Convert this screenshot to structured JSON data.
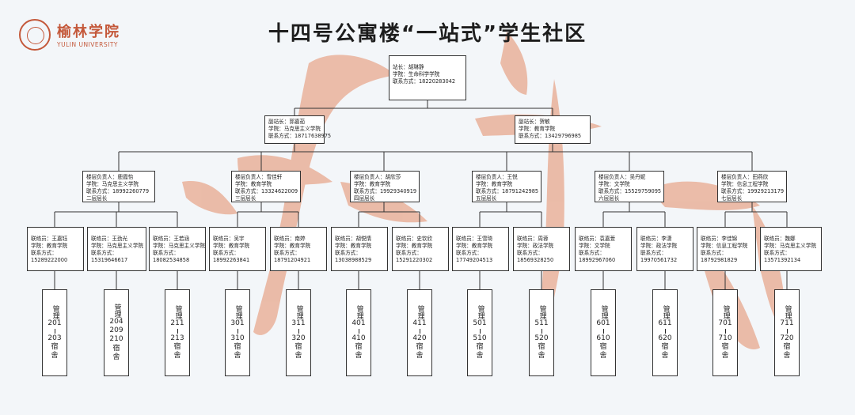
{
  "header": {
    "title": "十四号公寓楼“一站式”学生社区",
    "logo_text": "榆林学院",
    "logo_en": "YULIN UNIVERSITY"
  },
  "colors": {
    "brush": "#e8a88e",
    "logo": "#c4583a",
    "line": "#333333"
  },
  "director": {
    "line1": "站长：胡琳静",
    "line2": "学院：生命科学学院",
    "line3": "联系方式：18220283042"
  },
  "deputies": [
    {
      "line1": "副站长：郭嘉茹",
      "line2": "学院：马克思主义学院",
      "line3": "联系方式：18717638975"
    },
    {
      "line1": "副站长：贺敏",
      "line2": "学院：教育学院",
      "line3": "联系方式：13429796985"
    }
  ],
  "floor_leads": [
    {
      "line1": "楼层负责人：鹿霞怡",
      "line2": "学院：马克思主义学院",
      "line3": "联系方式：18992260779",
      "line4": "二层层长"
    },
    {
      "line1": "楼层负责人：雪佳轩",
      "line2": "学院：教育学院",
      "line3": "联系方式：13324622009",
      "line4": "三层层长"
    },
    {
      "line1": "楼层负责人：胡欣莎",
      "line2": "学院：教育学院",
      "line3": "联系方式：19929340919",
      "line4": "四层层长"
    },
    {
      "line1": "楼层负责人：王悦",
      "line2": "学院：教育学院",
      "line3": "联系方式：18791242985",
      "line4": "五层层长"
    },
    {
      "line1": "楼层负责人：吴丹妮",
      "line2": "学院：文学院",
      "line3": "联系方式：15529759095",
      "line4": "六层层长"
    },
    {
      "line1": "楼层负责人：田燕欣",
      "line2": "学院：信息工程学院",
      "line3": "联系方式：19929213179",
      "line4": "七层层长"
    }
  ],
  "liaisons": [
    {
      "line1": "联络员：王嘉钰",
      "line2": "学院：教育学院",
      "line3": "联系方式：",
      "line4": "15289222000"
    },
    {
      "line1": "联络员：王劲光",
      "line2": "学院：马克思主义学院",
      "line3": "联系方式：",
      "line4": "15319646617"
    },
    {
      "line1": "联络员：王若涵",
      "line2": "学院：马克思主义学院",
      "line3": "联系方式：",
      "line4": "18082534858"
    },
    {
      "line1": "联络员：吴宇",
      "line2": "学院：教育学院",
      "line3": "联系方式：",
      "line4": "18992263841"
    },
    {
      "line1": "联络员：南婷",
      "line2": "学院：教育学院",
      "line3": "联系方式：",
      "line4": "18791204921"
    },
    {
      "line1": "联络员：胡悦情",
      "line2": "学院：教育学院",
      "line3": "联系方式：",
      "line4": "13038988529"
    },
    {
      "line1": "联络员：史钦欣",
      "line2": "学院：教育学院",
      "line3": "联系方式：",
      "line4": "15291220302"
    },
    {
      "line1": "联络员：王雪琦",
      "line2": "学院：教育学院",
      "line3": "联系方式：",
      "line4": "17749204513"
    },
    {
      "line1": "联络员：周蓉",
      "line2": "学院：政法学院",
      "line3": "联系方式：",
      "line4": "18569328250"
    },
    {
      "line1": "联络员：袁嘉萱",
      "line2": "学院：文学院",
      "line3": "联系方式：",
      "line4": "18992967060"
    },
    {
      "line1": "联络员：李潇",
      "line2": "学院：政法学院",
      "line3": "联系方式：",
      "line4": "19970561732"
    },
    {
      "line1": "联络员：李佳锦",
      "line2": "学院：信息工程学院",
      "line3": "联系方式：",
      "line4": "18792981829"
    },
    {
      "line1": "联络员：魏娜",
      "line2": "学院：马克思主义学院",
      "line3": "联系方式：",
      "line4": "13571392134"
    }
  ],
  "dorms": [
    {
      "label": "管理",
      "nums": [
        "201",
        "203"
      ],
      "tail": [
        "宿",
        "舍"
      ]
    },
    {
      "label": "管理",
      "nums": [
        "204",
        "209",
        "210"
      ],
      "tail": [
        "宿",
        "舍"
      ]
    },
    {
      "label": "管理",
      "nums": [
        "211",
        "213"
      ],
      "tail": [
        "宿",
        "舍"
      ]
    },
    {
      "label": "管理",
      "nums": [
        "301",
        "310"
      ],
      "tail": [
        "宿",
        "舍"
      ]
    },
    {
      "label": "管理",
      "nums": [
        "311",
        "320"
      ],
      "tail": [
        "宿",
        "舍"
      ]
    },
    {
      "label": "管理",
      "nums": [
        "401",
        "410"
      ],
      "tail": [
        "宿",
        "舍"
      ]
    },
    {
      "label": "管理",
      "nums": [
        "411",
        "420"
      ],
      "tail": [
        "宿",
        "舍"
      ]
    },
    {
      "label": "管理",
      "nums": [
        "501",
        "510"
      ],
      "tail": [
        "宿",
        "舍"
      ]
    },
    {
      "label": "管理",
      "nums": [
        "511",
        "520"
      ],
      "tail": [
        "宿",
        "舍"
      ]
    },
    {
      "label": "管理",
      "nums": [
        "601",
        "610"
      ],
      "tail": [
        "宿",
        "舍"
      ]
    },
    {
      "label": "管理",
      "nums": [
        "611",
        "620"
      ],
      "tail": [
        "宿",
        "舍"
      ]
    },
    {
      "label": "管理",
      "nums": [
        "701",
        "710"
      ],
      "tail": [
        "宿",
        "舍"
      ]
    },
    {
      "label": "管理",
      "nums": [
        "711",
        "720"
      ],
      "tail": [
        "宿",
        "舍"
      ]
    }
  ]
}
